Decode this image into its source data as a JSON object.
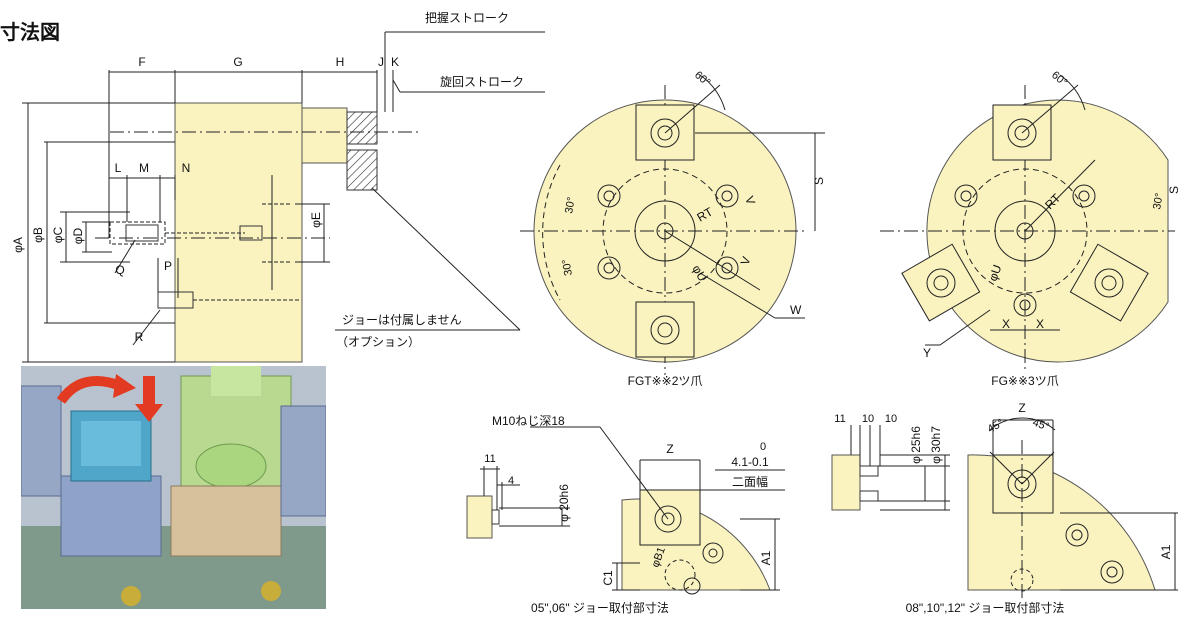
{
  "page": {
    "title": "寸法図"
  },
  "side_view": {
    "dims_top": [
      "F",
      "G",
      "H",
      "J",
      "K"
    ],
    "dims_inner": [
      "L",
      "M",
      "N"
    ],
    "dims_left": [
      "φA",
      "φB",
      "φC",
      "φD"
    ],
    "dim_e": "φE",
    "label_q": "Q",
    "label_p": "P",
    "label_r": "R",
    "grip_stroke": "把握ストローク",
    "turn_stroke": "旋回ストローク",
    "jaw_note_1": "ジョーは付属しません",
    "jaw_note_2": "（オプション）"
  },
  "front_fgt": {
    "angle_60": "60°",
    "angle_30a": "30°",
    "angle_30b": "30°",
    "s": "S",
    "rt": "RT",
    "u": "φU",
    "v1": "V",
    "v2": "V",
    "w": "W",
    "caption": "FGT※※2ツ爪"
  },
  "front_fg": {
    "angle_60": "60°",
    "angle_30": "30°",
    "s": "S",
    "rt": "RT",
    "u": "φU",
    "x1": "X",
    "x2": "X",
    "y": "Y",
    "caption": "FG※※3ツ爪"
  },
  "detail_small": {
    "thread": "M10ねじ深18",
    "d11": "11",
    "d4": "4",
    "d20": "φ 20h6",
    "z": "Z",
    "tol_top": "0",
    "tol_main": "4.1-0.1",
    "flats": "二面幅",
    "a1": "A1",
    "c1": "C1",
    "r": "φB1",
    "caption": "05\",06\" ジョー取付部寸法"
  },
  "detail_large": {
    "d11": "11",
    "d10a": "10",
    "d10b": "10",
    "d25": "φ 25h6",
    "d30": "φ 30h7",
    "z": "Z",
    "a45a": "45°",
    "a45b": "45°",
    "a1": "A1",
    "caption": "08\",10\",12\" ジョー取付部寸法"
  },
  "colors": {
    "body_fill": "#faf3c0",
    "line": "#222222",
    "arrow_red": "#e33a22"
  }
}
